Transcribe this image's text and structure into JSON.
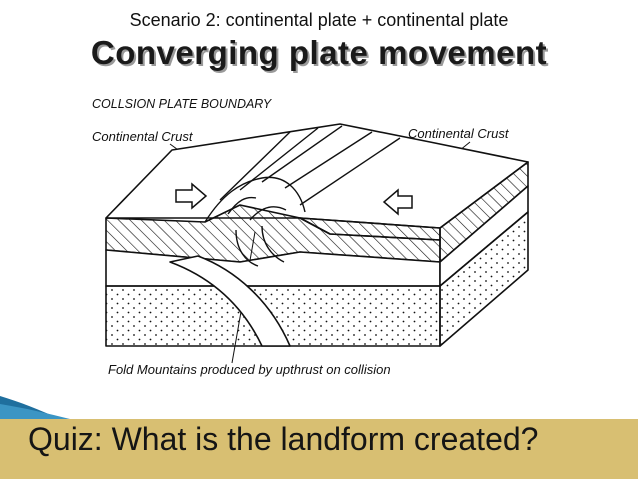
{
  "slide": {
    "subtitle": "Scenario 2: continental plate + continental plate",
    "title": "Converging plate movement",
    "quiz": "Quiz: What is the landform created?"
  },
  "diagram": {
    "heading": "COLLSION PLATE BOUNDARY",
    "label_left": "Continental Crust",
    "label_right": "Continental Crust",
    "caption": "Fold Mountains produced by upthrust on collision"
  },
  "colors": {
    "quiz_band": "#d8bf72",
    "accent_blue": "#1f6f9e",
    "ink": "#111111"
  }
}
